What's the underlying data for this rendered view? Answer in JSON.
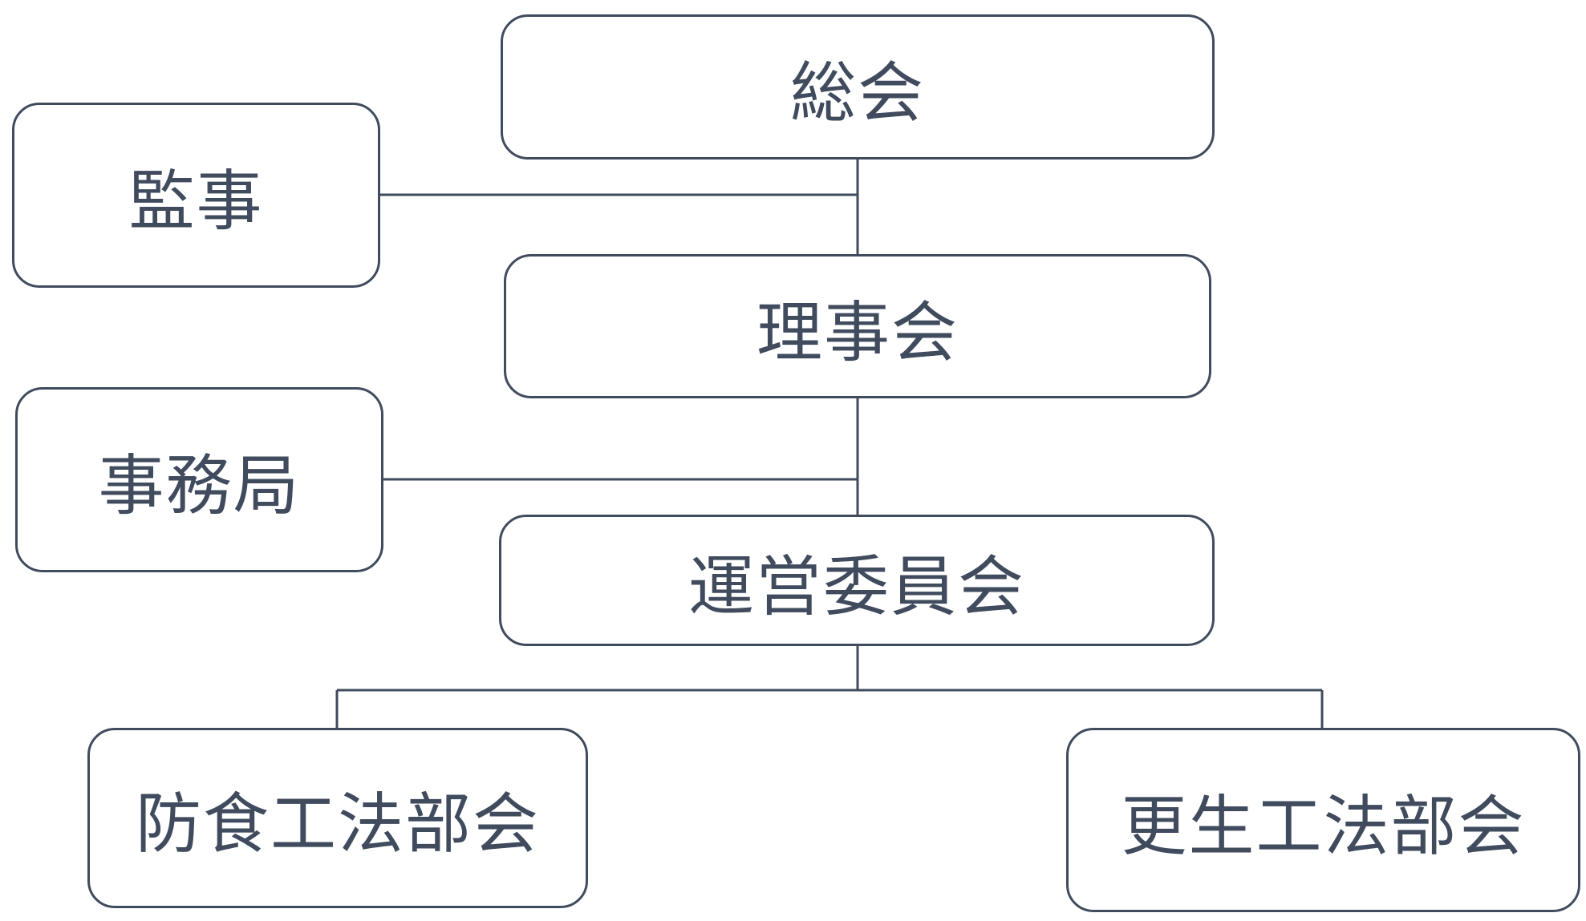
{
  "diagram": {
    "nodes": {
      "sokai": "総会",
      "kanji": "監事",
      "rijikai": "理事会",
      "jimukyoku": "事務局",
      "unei_iinkai": "運営委員会",
      "boshoku_bukai": "防食工法部会",
      "kosei_bukai": "更生工法部会"
    },
    "line_color": "#404b5e",
    "box_border_color": "#404b5e",
    "text_color": "#404b5e",
    "background_color": "#ffffff"
  }
}
